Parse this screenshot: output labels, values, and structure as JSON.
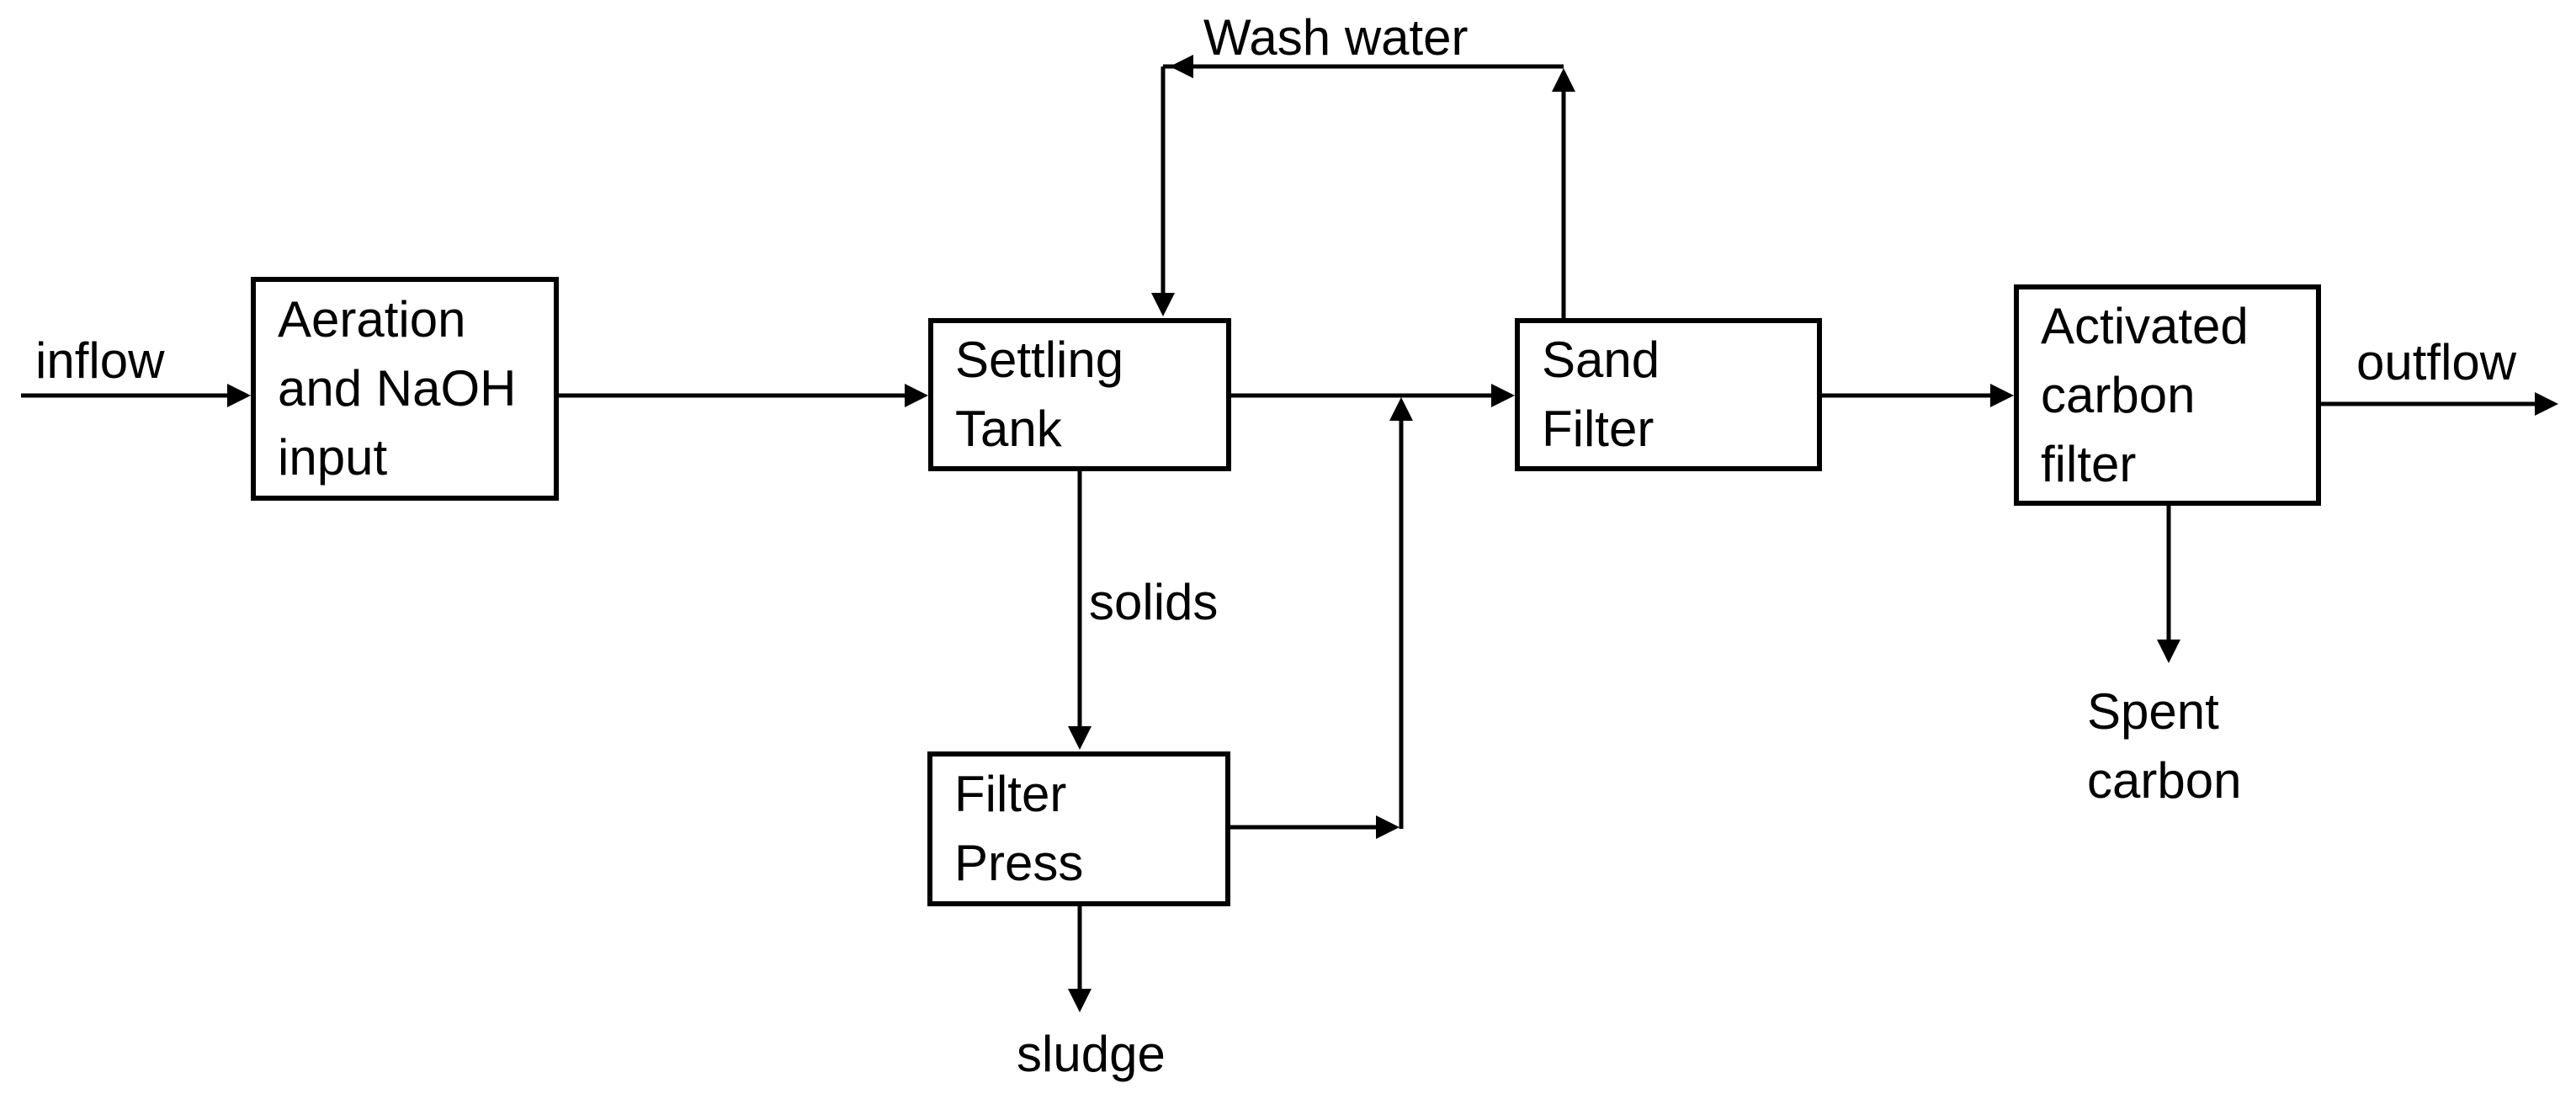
{
  "diagram": {
    "type": "process-flow-diagram",
    "boxes": {
      "aeration": {
        "lines": [
          "Aeration",
          "and NaOH",
          "input"
        ]
      },
      "settling_tank": {
        "lines": [
          "Settling",
          "Tank"
        ]
      },
      "sand_filter": {
        "lines": [
          "Sand",
          "Filter"
        ]
      },
      "activated_carbon_filter": {
        "lines": [
          "Activated",
          "carbon",
          "filter"
        ]
      },
      "filter_press": {
        "lines": [
          "Filter",
          "Press"
        ]
      }
    },
    "stream_labels": {
      "inflow": "inflow",
      "wash_water": "Wash water",
      "solids": "solids",
      "sludge": "sludge",
      "spent_carbon": [
        "Spent",
        "carbon"
      ],
      "outflow": "outflow"
    },
    "edges": [
      {
        "from": "inflow",
        "to": "aeration"
      },
      {
        "from": "aeration",
        "to": "settling_tank"
      },
      {
        "from": "settling_tank",
        "to": "sand_filter"
      },
      {
        "from": "sand_filter",
        "to": "settling_tank",
        "label": "Wash water"
      },
      {
        "from": "settling_tank",
        "to": "filter_press",
        "label": "solids"
      },
      {
        "from": "filter_press",
        "to": "settling_tank_to_sand_filter_line"
      },
      {
        "from": "filter_press",
        "to": "sludge"
      },
      {
        "from": "sand_filter",
        "to": "activated_carbon_filter"
      },
      {
        "from": "activated_carbon_filter",
        "to": "outflow"
      },
      {
        "from": "activated_carbon_filter",
        "to": "spent_carbon"
      }
    ],
    "colors": {
      "line": "#000000",
      "text": "#000000",
      "background": "#ffffff"
    }
  }
}
